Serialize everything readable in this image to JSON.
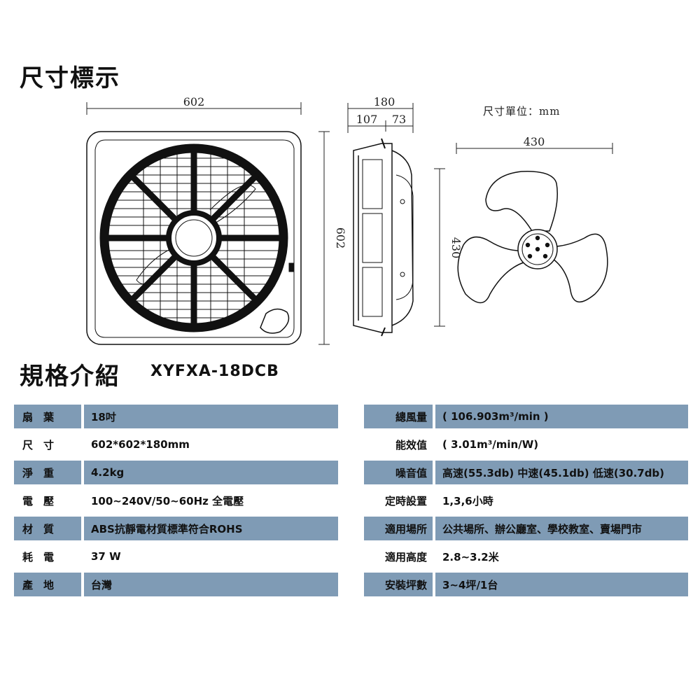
{
  "section_dimension": {
    "title": "尺寸標示",
    "unit_label": "尺寸單位：mm"
  },
  "dimensions": {
    "front_width": "602",
    "front_height": "602",
    "side_depth": "180",
    "side_part_a": "107",
    "side_part_b": "73",
    "blade_width": "430",
    "blade_height": "430"
  },
  "section_spec": {
    "title": "規格介紹",
    "model": "XYFXA-18DCB"
  },
  "specs_left": [
    {
      "label": "扇　葉",
      "value": "18吋"
    },
    {
      "label": "尺　寸",
      "value": "602*602*180mm"
    },
    {
      "label": "淨　重",
      "value": "4.2kg"
    },
    {
      "label": "電　壓",
      "value": "100~240V/50~60Hz  全電壓"
    },
    {
      "label": "材　質",
      "value": "ABS抗靜電材質標準符合ROHS"
    },
    {
      "label": "耗　電",
      "value": "37 W"
    },
    {
      "label": "產　地",
      "value": "台灣"
    }
  ],
  "specs_right": [
    {
      "label": "總風量",
      "value": "( 106.903m³/min )"
    },
    {
      "label": "能效值",
      "value": "( 3.01m³/min/W)"
    },
    {
      "label": "噪音值",
      "value": "高速(55.3db)  中速(45.1db)  低速(30.7db)"
    },
    {
      "label": "定時設置",
      "value": "1,3,6小時"
    },
    {
      "label": "適用場所",
      "value": "公共場所、辦公廳室、學校教室、賣場門市"
    },
    {
      "label": "適用高度",
      "value": "2.8~3.2米"
    },
    {
      "label": "安裝坪數",
      "value": "3~4坪/1台"
    }
  ],
  "colors": {
    "row_shade": "#7f9bb5",
    "line": "#222222"
  }
}
